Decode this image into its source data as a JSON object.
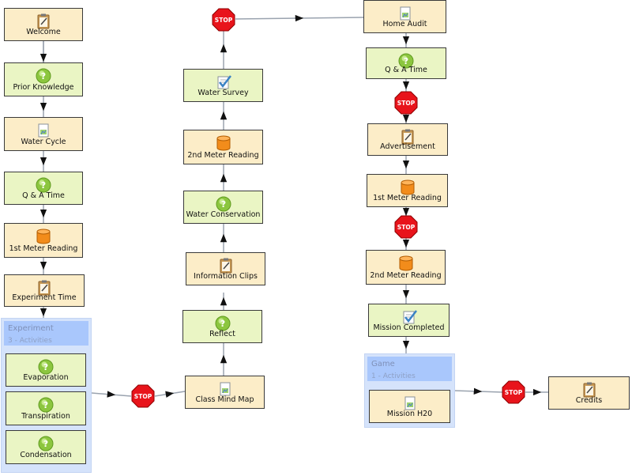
{
  "colors": {
    "activity_fill": "#fcedc8",
    "question_fill": "#eaf5c4",
    "group_fill": "#d5e3fb",
    "group_header": "#a9c7fc",
    "stop_red": "#e8141b",
    "connector": "#9aa3af",
    "arrowhead": "#111111"
  },
  "stop_label": "STOP",
  "nodes": {
    "welcome": {
      "label": "Welcome",
      "icon": "clipboard-icon"
    },
    "prior_knowledge": {
      "label": "Prior Knowledge",
      "icon": "question-icon"
    },
    "water_cycle": {
      "label": "Water Cycle",
      "icon": "document-icon"
    },
    "qa_time_1": {
      "label": "Q & A Time",
      "icon": "question-icon"
    },
    "meter_reading_1": {
      "label": "1st Meter Reading",
      "icon": "cylinder-icon"
    },
    "experiment_time": {
      "label": "Experiment Time",
      "icon": "clipboard-icon"
    },
    "evaporation": {
      "label": "Evaporation",
      "icon": "question-icon"
    },
    "transpiration": {
      "label": "Transpiration",
      "icon": "question-icon"
    },
    "condensation": {
      "label": "Condensation",
      "icon": "question-icon"
    },
    "class_mind_map": {
      "label": "Class Mind Map",
      "icon": "document-icon"
    },
    "reflect": {
      "label": "Reflect",
      "icon": "question-icon"
    },
    "information_clips": {
      "label": "Information Clips",
      "icon": "clipboard-icon"
    },
    "water_conservation": {
      "label": "Water Conservation",
      "icon": "question-icon"
    },
    "meter_reading_2": {
      "label": "2nd Meter Reading",
      "icon": "cylinder-icon"
    },
    "water_survey": {
      "label": "Water Survey",
      "icon": "checklist-icon"
    },
    "home_audit": {
      "label": "Home Audit",
      "icon": "document-icon"
    },
    "qa_time_2": {
      "label": "Q & A Time",
      "icon": "question-icon"
    },
    "advertisement": {
      "label": "Advertisement",
      "icon": "clipboard-icon"
    },
    "meter_reading_3": {
      "label": "1st Meter Reading",
      "icon": "cylinder-icon"
    },
    "meter_reading_4": {
      "label": "2nd Meter Reading",
      "icon": "cylinder-icon"
    },
    "mission_completed": {
      "label": "Mission Completed",
      "icon": "checklist-icon"
    },
    "mission_h20": {
      "label": "Mission H20",
      "icon": "document-icon"
    },
    "credits": {
      "label": "Credits",
      "icon": "clipboard-icon"
    }
  },
  "groups": {
    "experiment": {
      "title": "Experiment",
      "subtitle": "3 - Activities"
    },
    "game": {
      "title": "Game",
      "subtitle": "1 - Activities"
    }
  }
}
